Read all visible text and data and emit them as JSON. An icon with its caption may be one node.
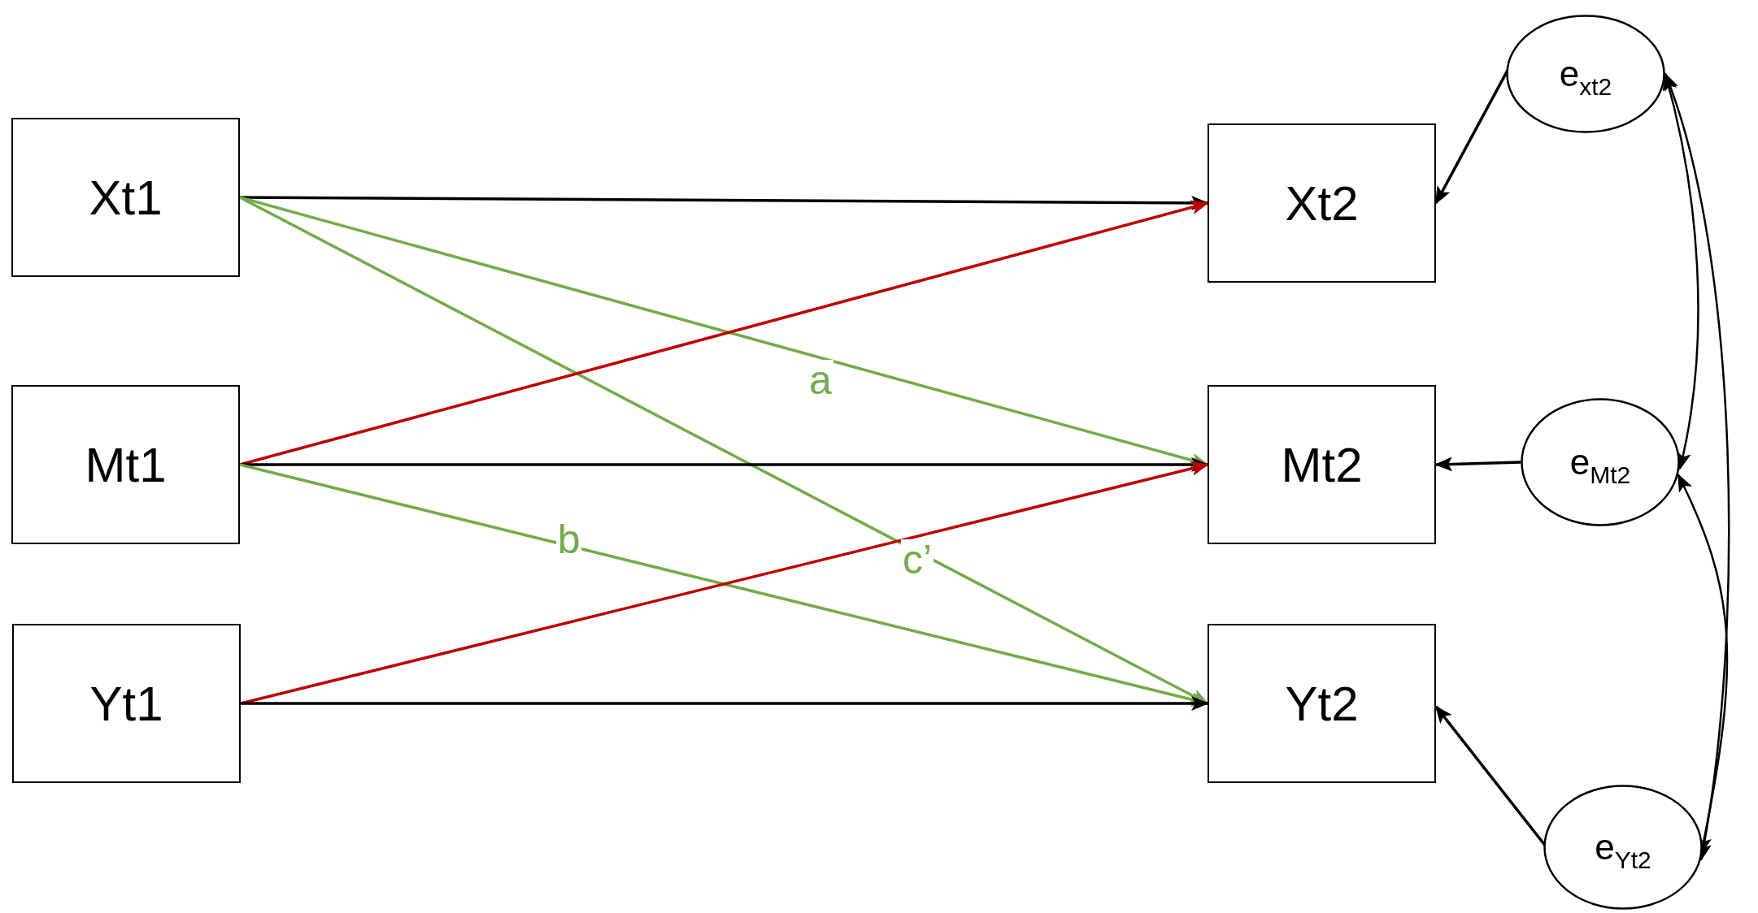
{
  "diagram": {
    "nodes": [
      {
        "text": [
          "Xt1"
        ]
      },
      {
        "text": [
          "Mt1"
        ]
      },
      {
        "text": [
          "Yt1"
        ]
      },
      {
        "text": [
          "Xt2"
        ]
      },
      {
        "text": [
          "Mt2"
        ]
      },
      {
        "text": [
          "Yt2"
        ]
      },
      {
        "text": [
          "e$_{xt2}$"
        ]
      },
      {
        "text": [
          "e$_{Mt2}$"
        ]
      },
      {
        "text": [
          "e$_{Yt2}$"
        ]
      }
    ],
    "edges": [
      {
        "from": 0,
        "to": 3,
        "arrow": "to"
      },
      {
        "from": 0,
        "to": 4,
        "arrow": "to",
        "label": "a",
        "color": "#70ad47"
      },
      {
        "from": 0,
        "to": 5,
        "arrow": "to",
        "label": "c’",
        "color": "#70ad47"
      },
      {
        "from": 1,
        "to": 3,
        "arrow": "to",
        "color": "#c00000"
      },
      {
        "from": 1,
        "to": 4,
        "arrow": "to"
      },
      {
        "from": 1,
        "to": 5,
        "arrow": "to",
        "label": "b",
        "color": "#70ad47"
      },
      {
        "from": 2,
        "to": 4,
        "arrow": "to",
        "color": "#c00000"
      },
      {
        "from": 2,
        "to": 5,
        "arrow": "to"
      },
      {
        "from": 6,
        "to": 3,
        "arrow": "to"
      },
      {
        "from": 7,
        "to": 4,
        "arrow": "to"
      },
      {
        "from": 8,
        "to": 5,
        "arrow": "to"
      },
      {
        "from": 6,
        "to": 7,
        "arrow": "both"
      },
      {
        "from": 6,
        "to": 8,
        "arrow": "both"
      },
      {
        "from": 7,
        "to": 8,
        "arrow": "both"
      }
    ]
  }
}
